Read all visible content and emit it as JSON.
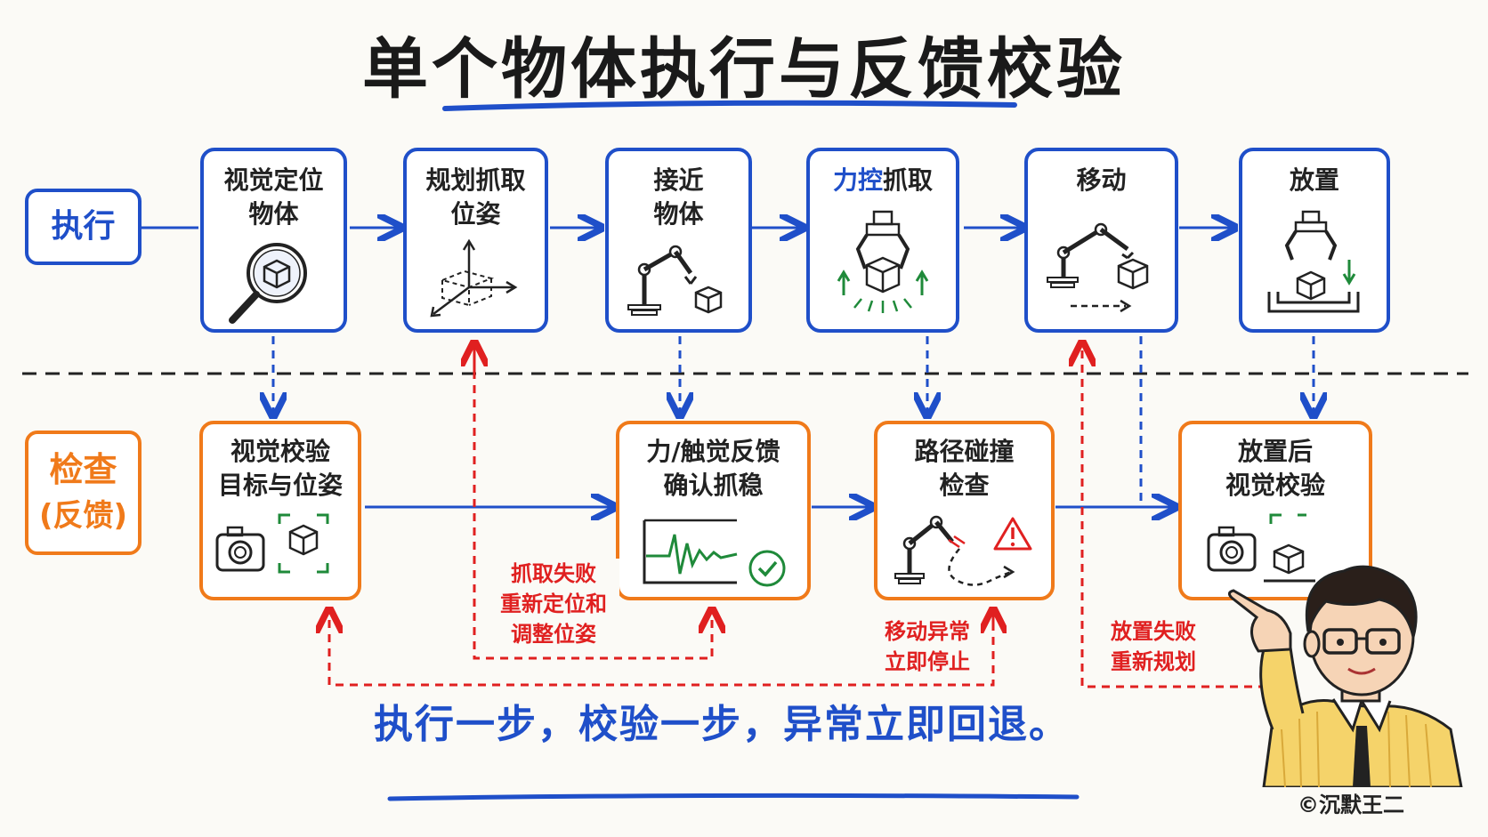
{
  "title": "单个物体执行与反馈校验",
  "rows": {
    "execute_label": "执行",
    "check_label_line1": "检查",
    "check_label_line2": "(反馈)"
  },
  "exec_steps": [
    {
      "label": "视觉定位\n物体",
      "icon": "magnifier-cube-icon"
    },
    {
      "label": "规划抓取\n位姿",
      "icon": "3d-axes-icon"
    },
    {
      "label": "接近\n物体",
      "icon": "robot-arm-approach-icon"
    },
    {
      "label_accent": "力控",
      "label_rest": "抓取",
      "icon": "gripper-grasp-icon"
    },
    {
      "label": "移动",
      "icon": "robot-arm-move-icon"
    },
    {
      "label": "放置",
      "icon": "gripper-place-icon"
    }
  ],
  "check_steps": [
    {
      "label": "视觉校验\n目标与位姿",
      "icon": "camera-target-icon"
    },
    {
      "label": "力/触觉反馈\n确认抓稳",
      "icon": "force-graph-check-icon"
    },
    {
      "label": "路径碰撞\n检查",
      "icon": "collision-warning-icon"
    },
    {
      "label": "放置后\n视觉校验",
      "icon": "camera-placement-icon"
    }
  ],
  "failure_notes": {
    "grasp_fail": "抓取失败\n重新定位和\n调整位姿",
    "move_fail": "移动异常\n立即停止",
    "place_fail": "放置失败\n重新规划"
  },
  "motto": "执行一步，校验一步，异常立即回退。",
  "copyright": "©沉默王二",
  "colors": {
    "execute": "#1f4fc9",
    "check": "#f07a1a",
    "failure": "#e02020",
    "ok": "#1f8a3a"
  }
}
